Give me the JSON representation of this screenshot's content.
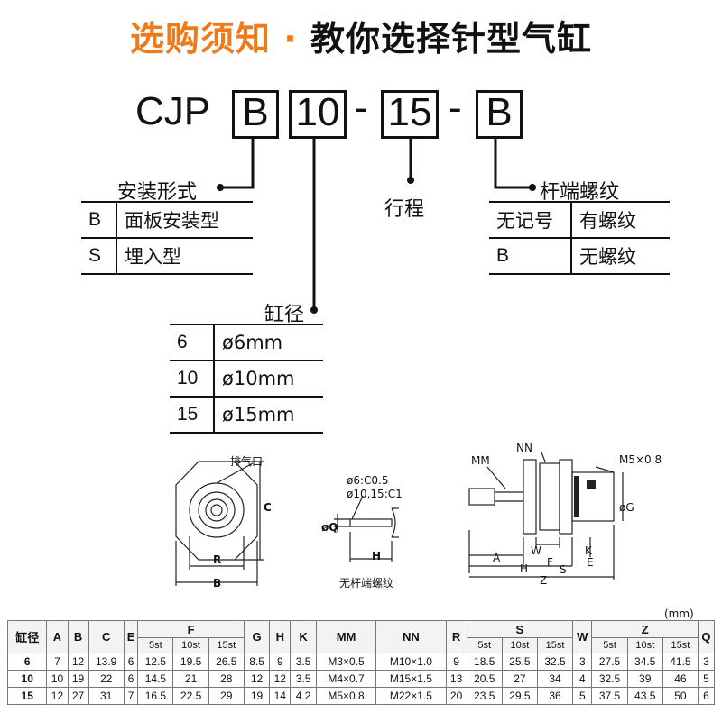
{
  "title": {
    "part1": "选购须知",
    "sep": "·",
    "part2": "教你选择针型气缸"
  },
  "model_code": {
    "prefix": "CJP",
    "mount": "B",
    "bore": "10",
    "stroke": "15",
    "rod_end": "B",
    "dash": "-"
  },
  "mounting": {
    "label": "安装形式",
    "rows": [
      {
        "code": "B",
        "desc": "面板安装型"
      },
      {
        "code": "S",
        "desc": "埋入型"
      }
    ]
  },
  "stroke_label": "行程",
  "rod_end": {
    "label": "杆端螺纹",
    "rows": [
      {
        "code": "无记号",
        "desc": "有螺纹"
      },
      {
        "code": "B",
        "desc": "无螺纹"
      }
    ]
  },
  "bore": {
    "label": "缸径",
    "rows": [
      {
        "code": "6",
        "desc": "ø6mm"
      },
      {
        "code": "10",
        "desc": "ø10mm"
      },
      {
        "code": "15",
        "desc": "ø15mm"
      }
    ]
  },
  "drawings": {
    "exhaust_port": "排气口",
    "dim_c": "C",
    "dim_r": "R",
    "dim_b": "B",
    "chamfer1": "ø6:C0.5",
    "chamfer2": "ø10,15:C1",
    "dim_q": "øQ",
    "dim_h": "H",
    "no_thread": "无杆端螺纹",
    "mm": "MM",
    "nn": "NN",
    "m5": "M5×0.8",
    "dim_g": "øG",
    "dim_w": "W",
    "dim_f": "F",
    "dim_k": "K",
    "dim_e": "E",
    "dim_a": "A",
    "dim_h2": "H",
    "dim_s": "S",
    "dim_z": "Z"
  },
  "table": {
    "unit": "(mm)",
    "headers": [
      "缸径",
      "A",
      "B",
      "C",
      "E",
      "F",
      "G",
      "H",
      "K",
      "MM",
      "NN",
      "R",
      "S",
      "W",
      "Z",
      "Q"
    ],
    "sub_headers": [
      "5st",
      "10st",
      "15st"
    ],
    "rows": [
      [
        "6",
        "7",
        "12",
        "13.9",
        "6",
        "12.5",
        "19.5",
        "26.5",
        "8.5",
        "9",
        "3.5",
        "M3×0.5",
        "M10×1.0",
        "9",
        "18.5",
        "25.5",
        "32.5",
        "3",
        "27.5",
        "34.5",
        "41.5",
        "3"
      ],
      [
        "10",
        "10",
        "19",
        "22",
        "6",
        "14.5",
        "21",
        "28",
        "12",
        "12",
        "3.5",
        "M4×0.7",
        "M15×1.5",
        "13",
        "20.5",
        "27",
        "34",
        "4",
        "32.5",
        "39",
        "46",
        "5"
      ],
      [
        "15",
        "12",
        "27",
        "31",
        "7",
        "16.5",
        "22.5",
        "29",
        "19",
        "14",
        "4.2",
        "M5×0.8",
        "M22×1.5",
        "20",
        "23.5",
        "29.5",
        "36",
        "5",
        "37.5",
        "43.5",
        "50",
        "6"
      ]
    ]
  }
}
